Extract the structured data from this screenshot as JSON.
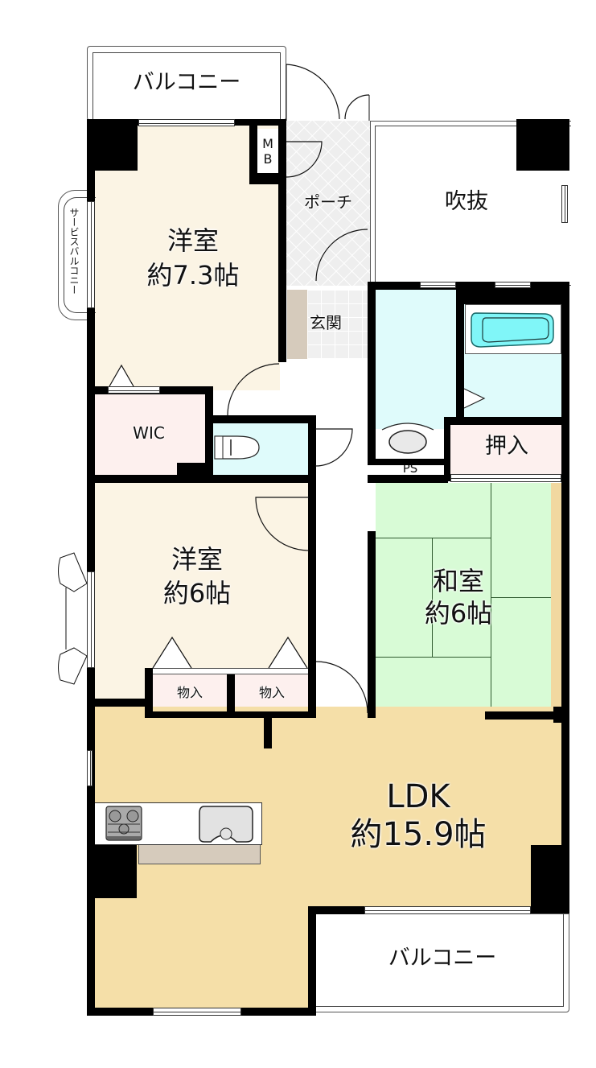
{
  "floorplan": {
    "rooms": {
      "balcony_top": {
        "label": "バルコニー"
      },
      "mb": {
        "label_line1": "M",
        "label_line2": "B"
      },
      "porch": {
        "label": "ポーチ"
      },
      "fukinuke": {
        "label": "吹抜"
      },
      "service_balcony": {
        "label": "サービスバルコニー"
      },
      "western_room_1": {
        "label_line1": "洋室",
        "label_line2": "約7.3帖"
      },
      "entrance": {
        "label": "玄関"
      },
      "wic": {
        "label": "WIC"
      },
      "oshiire": {
        "label": "押入"
      },
      "ps": {
        "label": "PS"
      },
      "western_room_2": {
        "label_line1": "洋室",
        "label_line2": "約6帖"
      },
      "storage_1": {
        "label": "物入"
      },
      "storage_2": {
        "label": "物入"
      },
      "japanese_room": {
        "label_line1": "和室",
        "label_line2": "約6帖"
      },
      "ldk": {
        "label_line1": "LDK",
        "label_line2": "約15.9帖"
      },
      "balcony_bottom": {
        "label": "バルコニー"
      }
    },
    "colors": {
      "western_floor": "#fbf4e4",
      "ldk_floor": "#f5dfa8",
      "wet_area": "#dffbfb",
      "closet": "#fdf0ee",
      "tatami": "#d8fbd6",
      "entrance_tile": "#eeeeee",
      "genkan_step": "#d6cbbc",
      "bathtub": "#80f6f8",
      "wall": "#000000"
    }
  }
}
